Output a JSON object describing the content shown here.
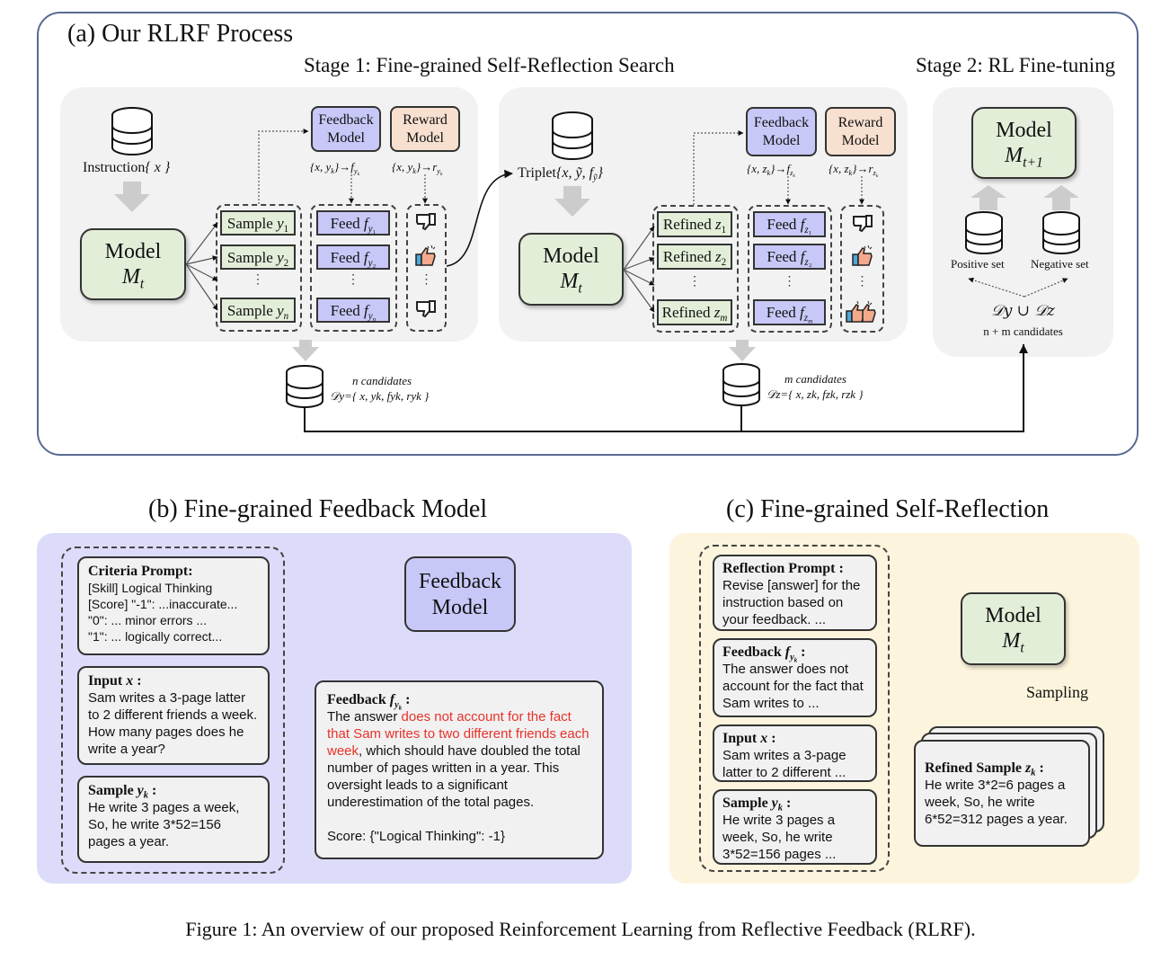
{
  "panel_a": {
    "title": "(a) Our RLRF Process",
    "stage1_title": "Stage 1: Fine-grained Self-Reflection Search",
    "stage2_title": "Stage 2: RL Fine-tuning",
    "search1": {
      "instruction_label": "Instruction",
      "instruction_var": "{ x }",
      "model_label": "Model",
      "model_var": "M",
      "model_sub": "t",
      "feedback_model": [
        "Feedback",
        "Model"
      ],
      "reward_model": [
        "Reward",
        "Model"
      ],
      "feedback_map": "{x, y_k}→f_{y_k}",
      "reward_map": "{x, y_k}→r_{y_k}",
      "samples": [
        {
          "label": "Sample",
          "var": "y",
          "sub": "1"
        },
        {
          "label": "Sample",
          "var": "y",
          "sub": "2"
        },
        {
          "label": "Sample",
          "var": "y",
          "sub": "n"
        }
      ],
      "feeds": [
        {
          "label": "Feed",
          "var": "f",
          "sub": "y1"
        },
        {
          "label": "Feed",
          "var": "f",
          "sub": "y2"
        },
        {
          "label": "Feed",
          "var": "f",
          "sub": "yn"
        }
      ],
      "rewards": [
        "thumbs-down",
        "thumbs-up",
        "thumbs-down"
      ],
      "ellipsis": "⋮"
    },
    "search2": {
      "triplet_label": "Triplet",
      "triplet_var": "{x, ỹ, f_ỹ}",
      "model_label": "Model",
      "model_var": "M",
      "model_sub": "t",
      "feedback_model": [
        "Feedback",
        "Model"
      ],
      "reward_model": [
        "Reward",
        "Model"
      ],
      "feedback_map": "{x, z_k}→f_{z_k}",
      "reward_map": "{x, z_k}→r_{z_k}",
      "refined": [
        {
          "label": "Refined",
          "var": "z",
          "sub": "1"
        },
        {
          "label": "Refined",
          "var": "z",
          "sub": "2"
        },
        {
          "label": "Refined",
          "var": "z",
          "sub": "m"
        }
      ],
      "feeds": [
        {
          "label": "Feed",
          "var": "f",
          "sub": "z1"
        },
        {
          "label": "Feed",
          "var": "f",
          "sub": "z2"
        },
        {
          "label": "Feed",
          "var": "f",
          "sub": "zm"
        }
      ],
      "rewards": [
        "thumbs-down",
        "thumbs-up",
        "double-thumbs-up"
      ],
      "ellipsis": "⋮"
    },
    "stage2": {
      "model_label": "Model",
      "model_var": "M",
      "model_sub": "t+1",
      "positive_set": "Positive set",
      "negative_set": "Negative set",
      "union": "𝒟y ∪ 𝒟z",
      "candidates": "n + m candidates"
    },
    "db_y": {
      "count_label": "n candidates",
      "set": "𝒟y={ x, yk, fyk, ryk }"
    },
    "db_z": {
      "count_label": "m candidates",
      "set": "𝒟z={ x, zk, fzk, rzk }"
    }
  },
  "panel_b": {
    "title": "(b) Fine-grained Feedback Model",
    "criteria": {
      "heading": "Criteria Prompt:",
      "lines": [
        "[Skill] Logical Thinking",
        "[Score] \"-1\":  ...inaccurate...",
        "\"0\": ... minor errors ...",
        "\"1\": ... logically correct..."
      ]
    },
    "input": {
      "heading": "Input x :",
      "text": "Sam writes a 3-page latter to 2 different friends a week. How many pages does he write a year?"
    },
    "sample": {
      "heading": "Sample yk :",
      "text": "He write 3 pages a week, So, he write 3*52=156 pages a year."
    },
    "feedback_model": [
      "Feedback",
      "Model"
    ],
    "feedback": {
      "heading": "Feedback fyk :",
      "text_pre": "The answer ",
      "text_highlight": "does not account for the fact that Sam writes to two different friends each week",
      "text_post": ", which should have doubled the total number of pages written in a year. This oversight leads to a significant underestimation of the total pages.",
      "score": "Score: {\"Logical Thinking\": -1}",
      "highlight_color": "#e8322a"
    }
  },
  "panel_c": {
    "title": "(c) Fine-grained Self-Reflection",
    "reflection": {
      "heading": "Reflection Prompt :",
      "text": "Revise [answer] for the instruction based on your feedback. ..."
    },
    "feedback": {
      "heading": "Feedback fyk :",
      "text": "The answer does not account for the fact that Sam writes to ..."
    },
    "input": {
      "heading": "Input x :",
      "text": "Sam writes a 3-page latter to 2 different ..."
    },
    "sample": {
      "heading": "Sample yk :",
      "text": "He write 3 pages a week, So, he write 3*52=156 pages ..."
    },
    "model_label": "Model",
    "model_var": "M",
    "model_sub": "t",
    "sampling_label": "Sampling",
    "refined": {
      "heading": "Refined Sample zk :",
      "text": "He write 3*2=6 pages a week, So, he write 6*52=312 pages a year."
    }
  },
  "caption": "Figure 1: An overview of our proposed Reinforcement Learning from Reflective Feedback (RLRF).",
  "colors": {
    "outer_border": "#5a6a93",
    "panel_gray": "#f2f2f2",
    "model_green": "#e3eed9",
    "feedback_purple": "#c8c8f8",
    "reward_peach": "#f7e0cf",
    "panel_b_bg": "#dcdcfa",
    "panel_c_bg": "#fcf4dc",
    "highlight_red": "#e8322a"
  }
}
